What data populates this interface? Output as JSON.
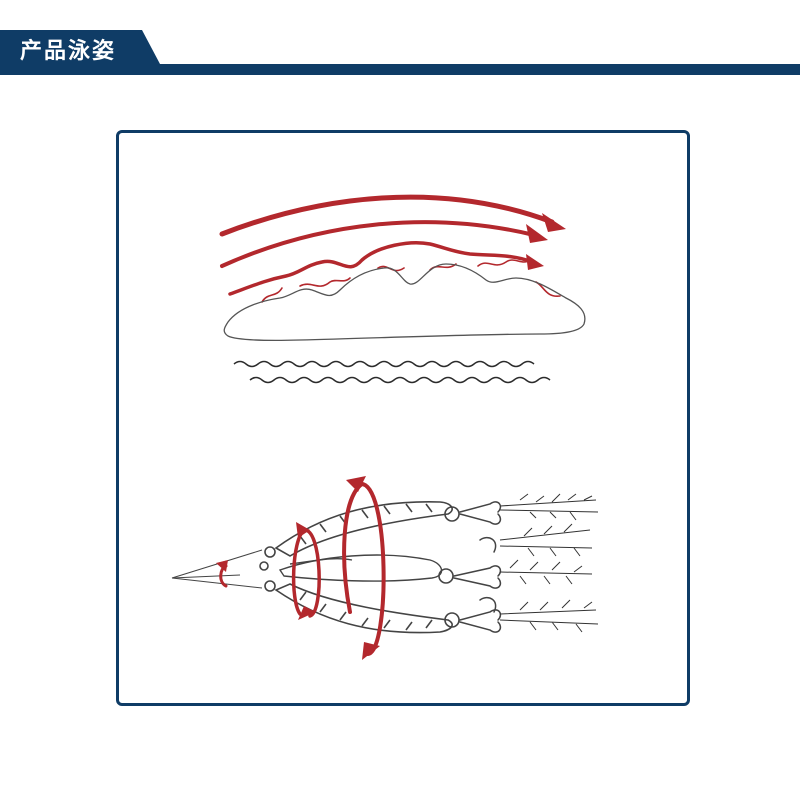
{
  "header": {
    "title": "产品泳姿"
  },
  "colors": {
    "header_bar": "#0f3c66",
    "frame_border": "#0f3c66",
    "arrow_red": "#b3282d",
    "line_dark": "#2b2b2b"
  },
  "illustrations": [
    {
      "name": "water-flow-over-lure",
      "icons": [
        "flow-arrow-icon",
        "lure-outline-icon",
        "wave-line-icon"
      ]
    },
    {
      "name": "rotating-lure-rig",
      "icons": [
        "rotation-arrow-icon",
        "treble-hook-icon",
        "lure-body-icon"
      ]
    }
  ]
}
